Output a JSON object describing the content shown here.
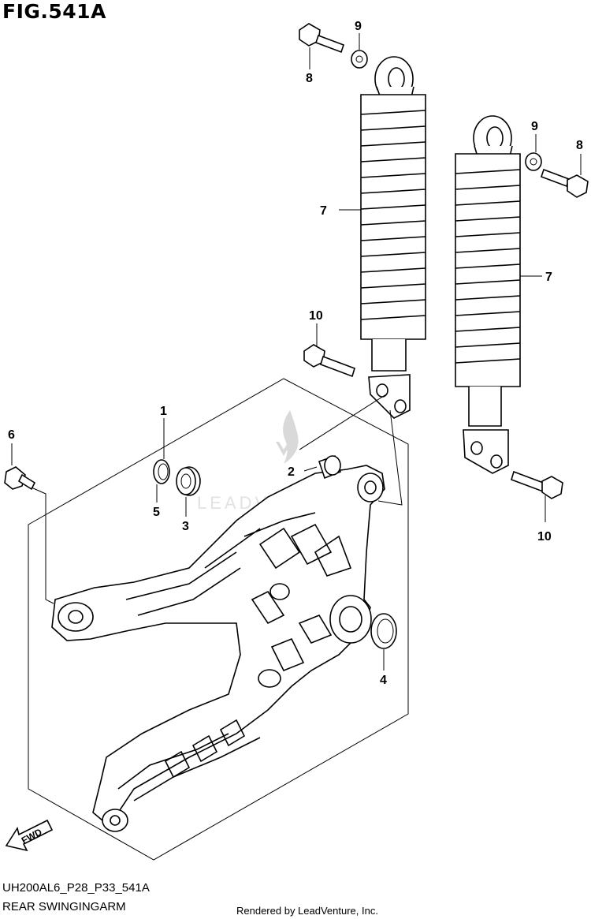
{
  "figure": {
    "title": "FIG.541A",
    "code": "UH200AL6_P28_P33_541A",
    "section": "REAR SWINGINGARM",
    "render_credit": "Rendered by LeadVenture, Inc.",
    "watermark": "LEADVENTURE"
  },
  "fwd_arrow": {
    "label": "FWD"
  },
  "callouts": [
    {
      "id": "c1",
      "label": "1"
    },
    {
      "id": "c2",
      "label": "2"
    },
    {
      "id": "c3",
      "label": "3"
    },
    {
      "id": "c4",
      "label": "4"
    },
    {
      "id": "c5",
      "label": "5"
    },
    {
      "id": "c6",
      "label": "6"
    },
    {
      "id": "c7a",
      "label": "7"
    },
    {
      "id": "c7b",
      "label": "7"
    },
    {
      "id": "c8a",
      "label": "8"
    },
    {
      "id": "c8b",
      "label": "8"
    },
    {
      "id": "c9a",
      "label": "9"
    },
    {
      "id": "c9b",
      "label": "9"
    },
    {
      "id": "c10a",
      "label": "10"
    },
    {
      "id": "c10b",
      "label": "10"
    }
  ],
  "colors": {
    "line": "#000000",
    "watermark": "#d9d9d9",
    "background": "#ffffff"
  }
}
